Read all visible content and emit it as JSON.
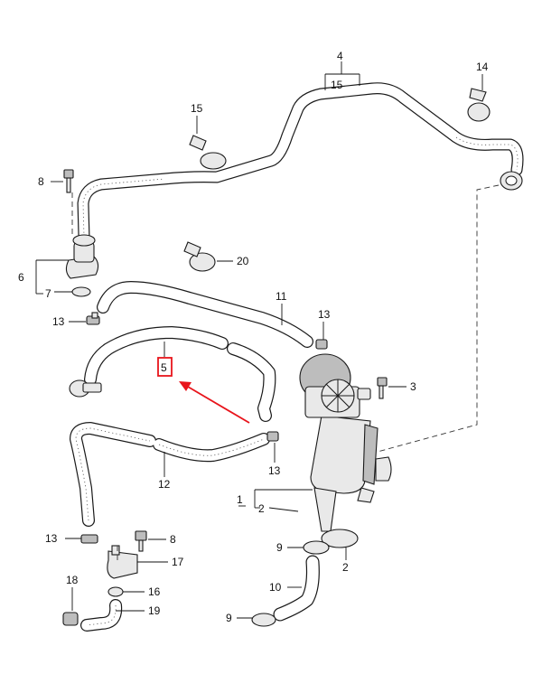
{
  "callouts": {
    "c1": "1",
    "c2a": "2",
    "c2b": "2",
    "c3": "3",
    "c4": "4",
    "c5": "5",
    "c6": "6",
    "c7": "7",
    "c8a": "8",
    "c8b": "8",
    "c9a": "9",
    "c9b": "9",
    "c10": "10",
    "c11": "11",
    "c12": "12",
    "c13a": "13",
    "c13b": "13",
    "c13c": "13",
    "c13d": "13",
    "c14": "14",
    "c15a": "15",
    "c15b": "15",
    "c16": "16",
    "c17": "17",
    "c18": "18",
    "c19": "19",
    "c20": "20"
  },
  "colors": {
    "highlight": "#e8141b",
    "line": "#1a1a1a"
  }
}
